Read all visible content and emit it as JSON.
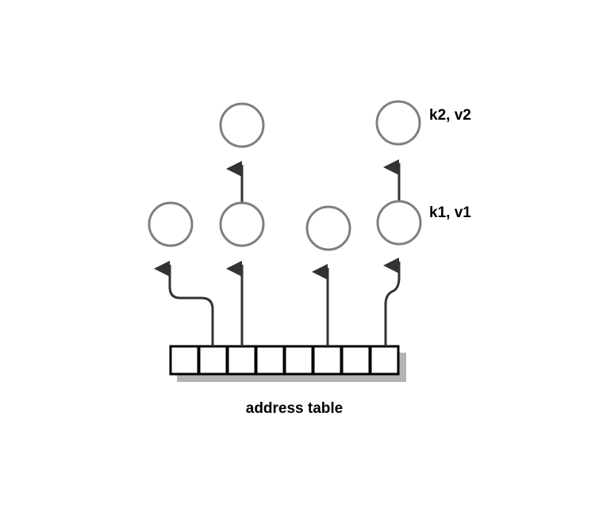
{
  "labels": {
    "address_table": "address table",
    "k1_v1": "k1, v1",
    "k2_v2": "k2, v2"
  },
  "colors": {
    "node_stroke": "#7f7f7f",
    "node_fill": "#ffffff",
    "arrow": "#333333",
    "table_stroke": "#000000",
    "table_shadow": "#b3b3b3"
  },
  "table": {
    "cell_count": 8
  }
}
